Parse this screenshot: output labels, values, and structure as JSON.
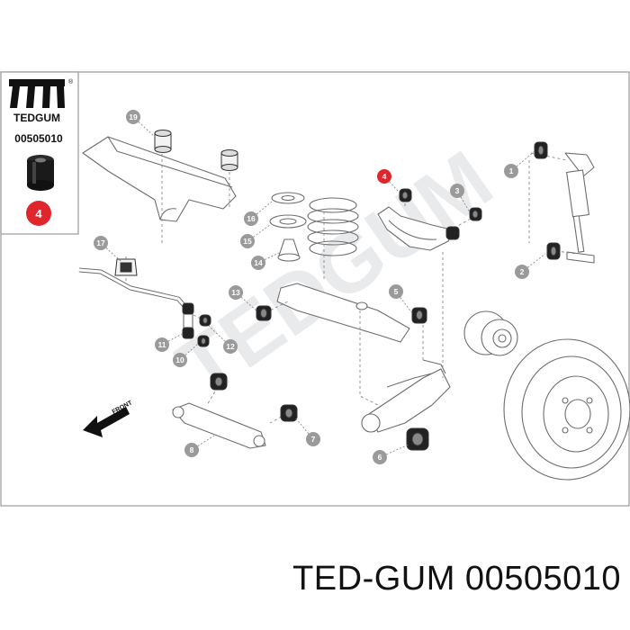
{
  "brand": {
    "name": "TEDGUM",
    "registered": "®",
    "part_number": "00505010",
    "highlight_color": "#e0262d"
  },
  "diagram": {
    "highlighted_label": "4",
    "direction_label": "FRONT",
    "watermark": "TEDGUM",
    "callouts": [
      "1",
      "2",
      "3",
      "4",
      "5",
      "6",
      "7",
      "8",
      "10",
      "11",
      "12",
      "13",
      "14",
      "15",
      "16",
      "17",
      "19"
    ]
  },
  "footer": {
    "text": "TED-GUM 00505010"
  }
}
